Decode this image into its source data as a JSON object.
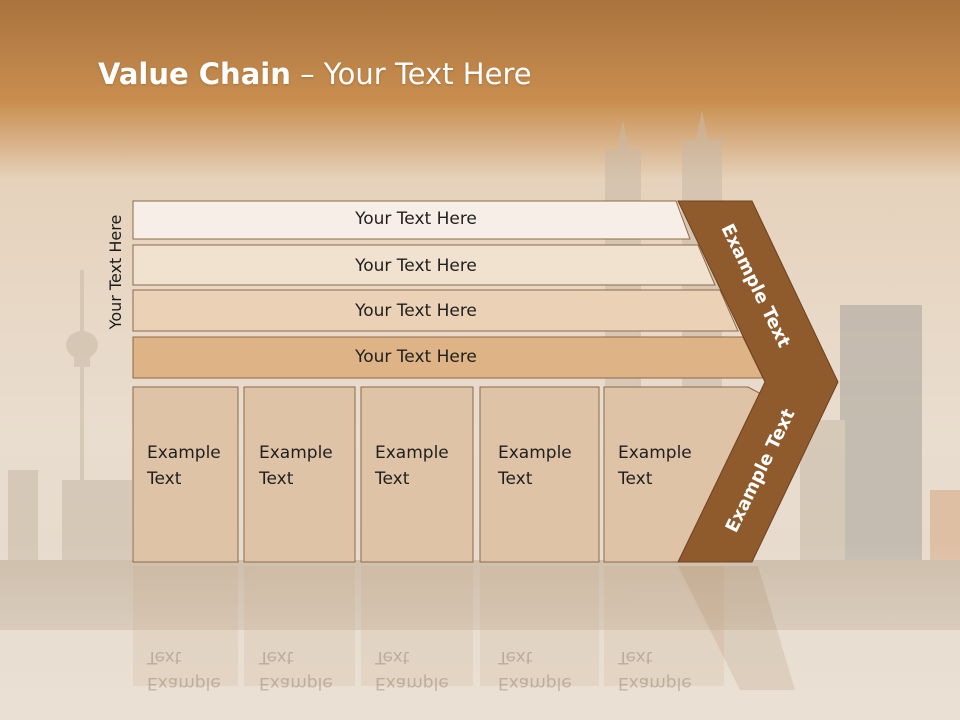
{
  "slide": {
    "title_bold": "Value Chain",
    "title_rest": " – Your Text Here",
    "side_label": "Your Text Here",
    "rows": [
      "Your Text Here",
      "Your Text Here",
      "Your Text Here",
      "Your Text Here"
    ],
    "cells": [
      {
        "line1": "Example",
        "line2": "Text"
      },
      {
        "line1": "Example",
        "line2": "Text"
      },
      {
        "line1": "Example",
        "line2": "Text"
      },
      {
        "line1": "Example",
        "line2": "Text"
      },
      {
        "line1": "Example",
        "line2": "Text"
      }
    ],
    "chevron_top": "Example Text",
    "chevron_bottom": "Example Text"
  },
  "colors": {
    "header": "#c98e4f",
    "row1": "#f7efe7",
    "row2": "#f1e1cf",
    "row3": "#ebd2b7",
    "row4": "#deb385",
    "cell": "#dfc3a6",
    "chevron": "#8f5a2c"
  }
}
